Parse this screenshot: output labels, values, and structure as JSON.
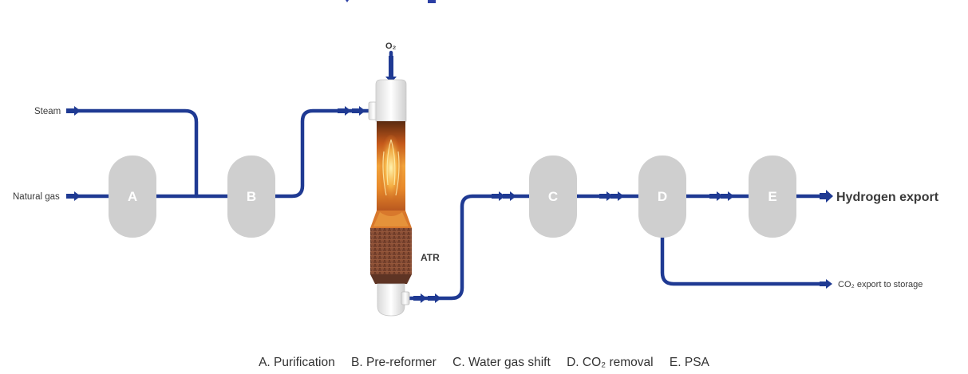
{
  "colors": {
    "pipe": "#1f3a93",
    "vessel": "#cfcfcf",
    "label": "#3a3a3a",
    "title_fragment": "#2b3fa5"
  },
  "inputs": {
    "steam": "Steam",
    "natural_gas": "Natural gas",
    "oxygen": "O₂"
  },
  "vessels": {
    "a": "A",
    "b": "B",
    "c": "C",
    "d": "D",
    "e": "E"
  },
  "reactor": {
    "label": "ATR"
  },
  "outputs": {
    "hydrogen": "Hydrogen export",
    "co2": "CO₂ export to storage"
  },
  "legend": {
    "a": "A. Purification",
    "b": "B. Pre-reformer",
    "c": "C. Water gas shift",
    "d": "D. CO₂ removal",
    "e": "E. PSA"
  }
}
